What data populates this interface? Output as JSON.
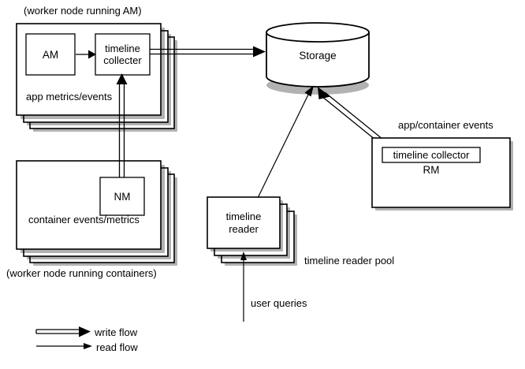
{
  "diagram": {
    "title_hidden": "",
    "labels": {
      "worker_am": "(worker node running AM)",
      "app_metrics": "app metrics/events",
      "worker_containers": "(worker node running containers)",
      "container_events": "container events/metrics",
      "app_container_events": "app/container events",
      "timeline_reader_pool": "timeline reader pool",
      "user_queries": "user queries"
    },
    "nodes": {
      "am": "AM",
      "timeline_collecter": {
        "line1": "timeline",
        "line2": "collecter"
      },
      "nm": "NM",
      "storage": "Storage",
      "timeline_reader": {
        "line1": "timeline",
        "line2": "reader"
      },
      "rm_timeline_collector": "timeline collector",
      "rm": "RM"
    },
    "legend": {
      "write_flow": "write flow",
      "read_flow": "read flow"
    },
    "colors": {
      "stroke": "#000000",
      "fill": "#ffffff",
      "shadow": "rgba(0,0,0,0.30)"
    }
  }
}
